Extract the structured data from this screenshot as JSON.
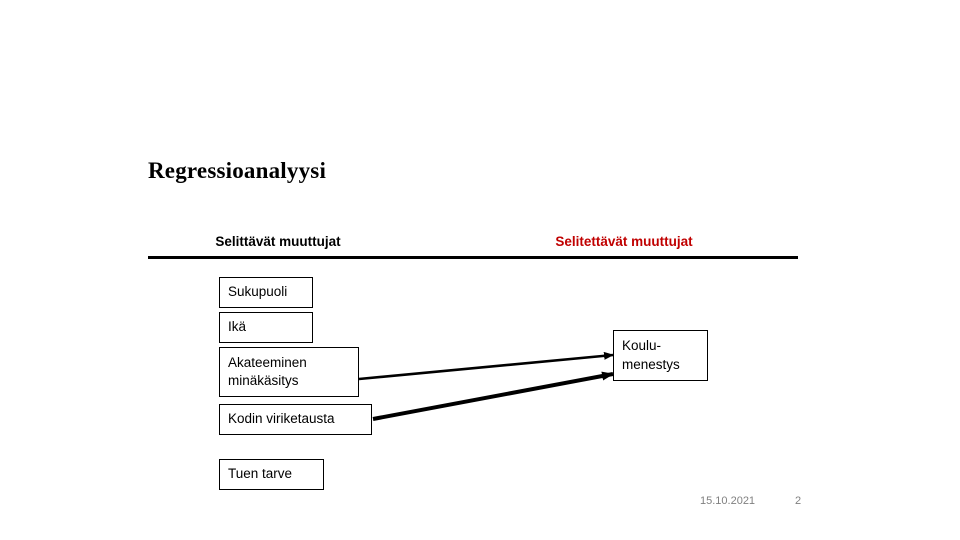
{
  "slide": {
    "title": "Regressioanalyysi",
    "columns": {
      "explanatory_header": "Selittävät muuttujat",
      "explained_header": "Selitettävät muuttujat",
      "explained_header_color": "#C00000"
    },
    "explanatory_nodes": [
      {
        "label": "Sukupuoli"
      },
      {
        "label": "Ikä"
      },
      {
        "label": "Akateeminen minäkäsitys"
      },
      {
        "label": "Kodin viriketausta"
      },
      {
        "label": "Tuen tarve"
      }
    ],
    "explained_nodes": [
      {
        "label": "Koulu-\nmenestys"
      }
    ],
    "connections": [
      {
        "from": "Akateeminen minäkäsitys",
        "to": "Koulu-menestys"
      },
      {
        "from": "Kodin viriketausta",
        "to": "Koulu-menestys"
      }
    ],
    "footer": {
      "date": "15.10.2021",
      "page_number": "2"
    }
  }
}
